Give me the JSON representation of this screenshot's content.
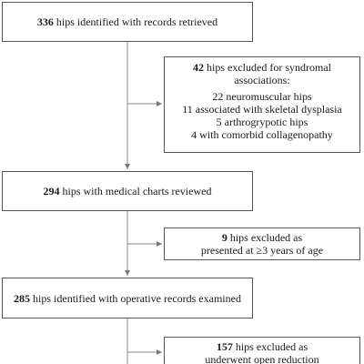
{
  "flowchart": {
    "step1": {
      "count": "336",
      "text": " hips identified with records retrieved"
    },
    "excl1": {
      "count": "42",
      "lead": " hips excluded for syndromal",
      "lead2": "associations:",
      "items": [
        "22 neuromuscular hips",
        "11 associated with skeletal dysplasia",
        "5 arthrogrypotic hips",
        "4 with comorbid collagenopathy"
      ]
    },
    "step2": {
      "count": "294",
      "text": " hips with medical charts reviewed"
    },
    "excl2": {
      "count": "9",
      "lead": " hips excluded as",
      "lead2": "presented at ≥3 years of age"
    },
    "step3": {
      "count": "285",
      "text": " hips identified with operative records examined"
    },
    "excl3": {
      "count": "157",
      "lead": " hips excluded as",
      "lead2": "underwent open reduction"
    }
  }
}
